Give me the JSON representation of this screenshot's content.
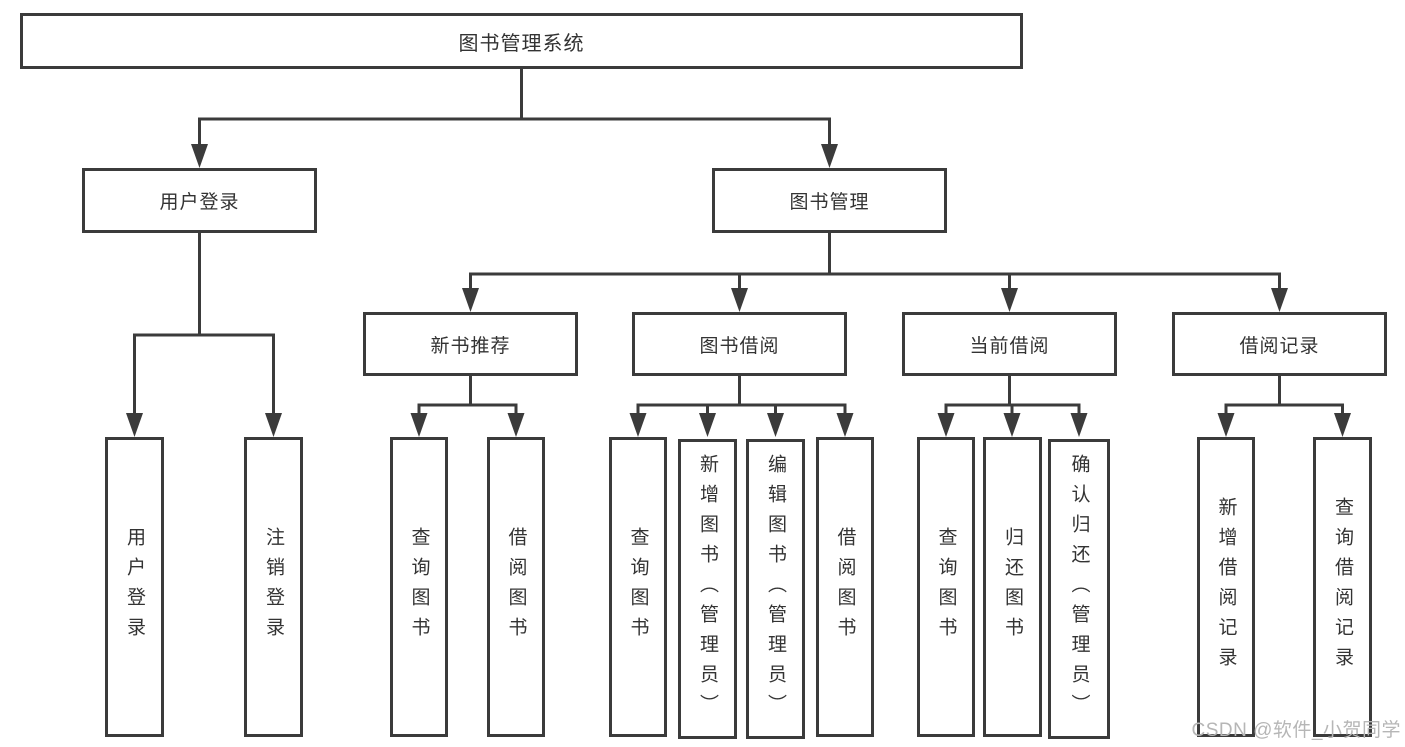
{
  "diagram": {
    "root": {
      "label": "图书管理系统"
    },
    "level2": [
      {
        "label": "用户登录"
      },
      {
        "label": "图书管理"
      }
    ],
    "level3": [
      {
        "label": "新书推荐"
      },
      {
        "label": "图书借阅"
      },
      {
        "label": "当前借阅"
      },
      {
        "label": "借阅记录"
      }
    ],
    "leaves": {
      "user_login": [
        "用户登录",
        "注销登录"
      ],
      "new_book_recommend": [
        "查询图书",
        "借阅图书"
      ],
      "book_borrow": [
        "查询图书",
        "新增图书（管理员）",
        "编辑图书（管理员）",
        "借阅图书"
      ],
      "current_borrow": [
        "查询图书",
        "归还图书",
        "确认归还（管理员）"
      ],
      "borrow_record": [
        "新增借阅记录",
        "查询借阅记录"
      ]
    }
  },
  "watermark": {
    "text": "CSDN @软件_小贺同学"
  },
  "colors": {
    "line": "#3b3b3b",
    "text": "#333333",
    "watermark": "#b6b6b6",
    "background": "#ffffff"
  }
}
